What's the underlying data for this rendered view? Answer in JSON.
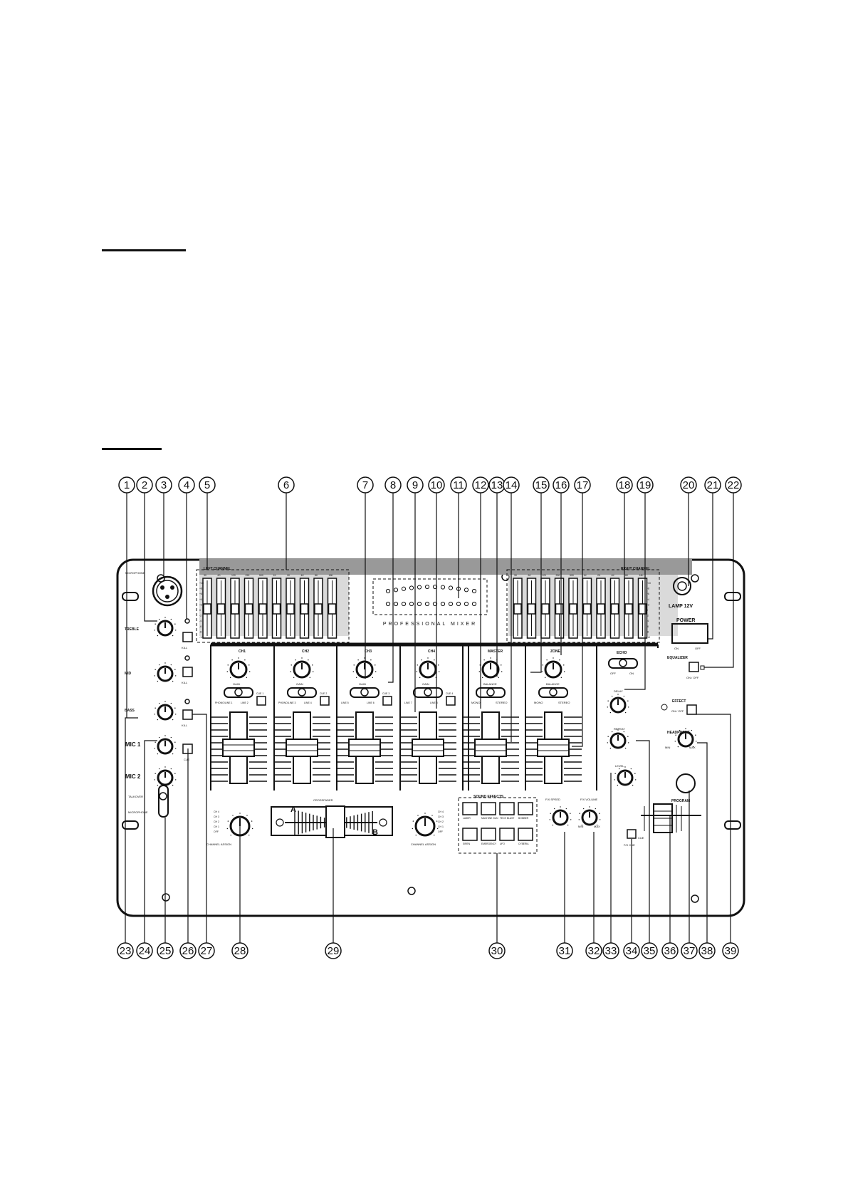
{
  "panel": {
    "title": "PROFESSIONAL MIXER",
    "left_eq_label": "LEFT CHANNEL",
    "right_eq_label": "RIGHT CHANNEL",
    "eq_bands": [
      "30",
      "60",
      "120",
      "250",
      "500",
      "1K",
      "2K",
      "4K",
      "8K",
      "16K"
    ],
    "eq_scale": [
      "+10",
      "+8",
      "+6",
      "+4",
      "+2",
      "0",
      "-2",
      "-4",
      "-6",
      "-8",
      "-10"
    ],
    "mic_jack_label": "MICROPHONE",
    "treble_label": "TREBLE",
    "mid_label": "MID",
    "bass_label": "BASS",
    "mic1_label": "MIC 1",
    "mic2_label": "MIC 2",
    "kill_label": "KILL",
    "cue_label": "CUE",
    "talkover_label": "TALKOVER",
    "microphone_label": "MICROPHONE",
    "channels": [
      {
        "name": "CH1",
        "sw_left": "PHONO/LINE 1",
        "sw_right": "LINE 2",
        "cue": "CUE 1"
      },
      {
        "name": "CH2",
        "sw_left": "PHONO/LINE 3",
        "sw_right": "LINE 4",
        "cue": "CUE 2"
      },
      {
        "name": "CH3",
        "sw_left": "LINE 5",
        "sw_right": "LINE 6",
        "cue": "CUE 3"
      },
      {
        "name": "CH4",
        "sw_left": "LINE 7",
        "sw_right": "LINE 8",
        "cue": "CUE 4"
      }
    ],
    "master_label": "MASTER",
    "zone_label": "ZONE",
    "mono_label": "MONO",
    "stereo_label": "STEREO",
    "balance_label": "BALANCE",
    "echo_label": "ECHO",
    "delay_label": "DELAY",
    "repeat_label": "REPEAT",
    "level_label": "LEVEL",
    "off_label": "OFF",
    "on_label": "ON",
    "gain_label": "GAIN",
    "crossfader_label": "CROSSFADER",
    "crossfader_a": "A",
    "crossfader_b": "B",
    "channel_assign_label": "CHANNEL ASSIGN",
    "assign_positions": [
      "CH 4",
      "CH 3",
      "CH 2",
      "CH 1",
      "OFF"
    ],
    "sound_effects_label": "SOUND EFFECTS",
    "sound_effects": [
      "LASER",
      "MACHINE GUN",
      "TECH BLAST",
      "BOMBER",
      "SIREN",
      "EMERGENCY",
      "UFO",
      "CYBERIA"
    ],
    "fx_speed_label": "F/X SPEED",
    "fx_volume_label": "F/X VOLUME",
    "fx_cue_label": "F/X CUE",
    "min_label": "MIN",
    "max_label": "MAX",
    "lamp_label": "LAMP 12V",
    "power_label": "POWER",
    "equalizer_label": "EQUALIZER",
    "on_off_label": "ON / OFF",
    "effect_label": "EFFECT",
    "headphone_label": "HEADPHONE",
    "program_label": "PROGRAM",
    "cue_short": "CUE"
  },
  "callouts_top": [
    "1",
    "2",
    "3",
    "4",
    "5",
    "6",
    "7",
    "8",
    "9",
    "10",
    "11",
    "12",
    "13",
    "14",
    "15",
    "16",
    "17",
    "18",
    "19",
    "20",
    "21",
    "22"
  ],
  "callouts_bottom": [
    "23",
    "24",
    "25",
    "26",
    "27",
    "28",
    "29",
    "30",
    "31",
    "32",
    "33",
    "34",
    "35",
    "36",
    "37",
    "38",
    "39"
  ]
}
